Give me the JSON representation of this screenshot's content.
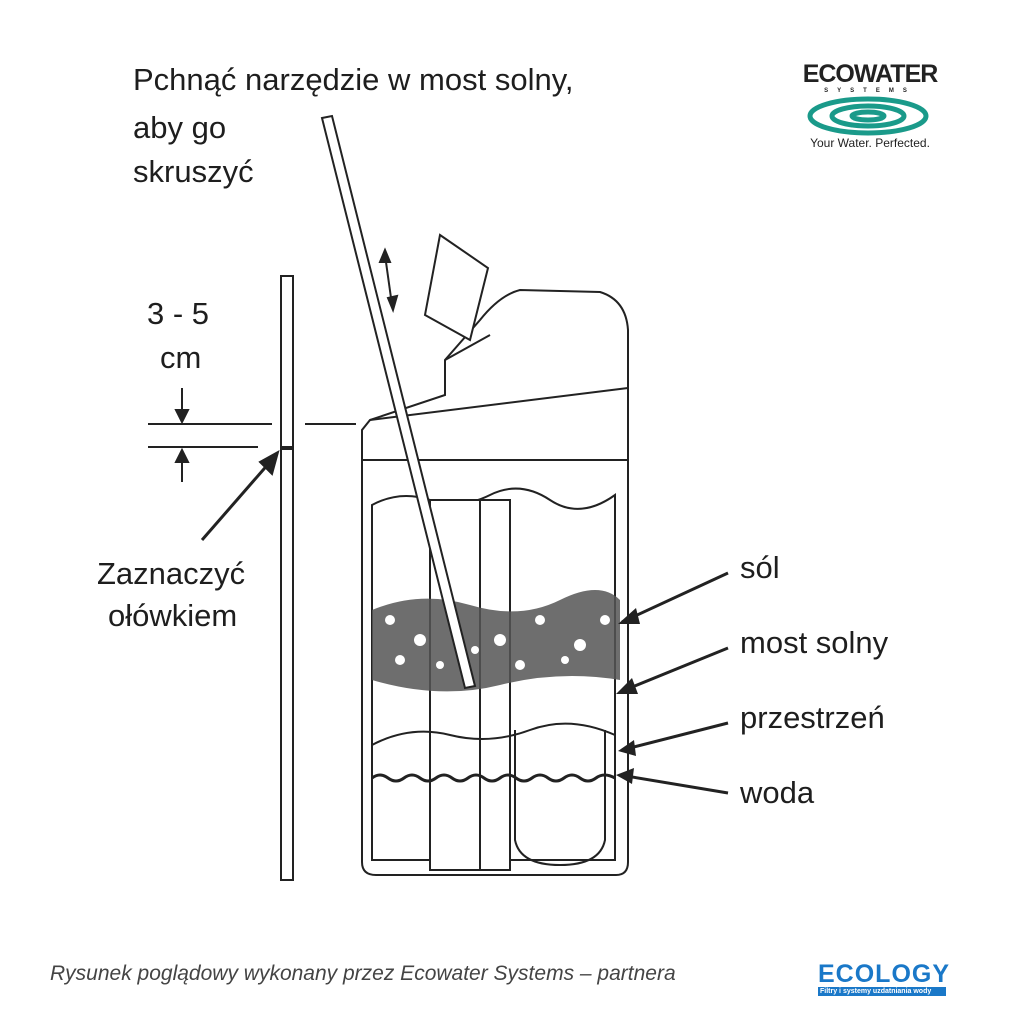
{
  "title_lines": [
    "Pchnąć narzędzie w most solny,",
    "aby go",
    "skruszyć"
  ],
  "measure": {
    "range": "3 - 5",
    "unit": "cm"
  },
  "mark_label_lines": [
    "Zaznaczyć",
    "ołówkiem"
  ],
  "labels": {
    "salt": "sól",
    "salt_bridge": "most solny",
    "space": "przestrzeń",
    "water": "woda"
  },
  "ecowater_logo": {
    "name": "ECOWATER",
    "sub": "SYSTEMS",
    "tagline": "Your Water. Perfected.",
    "color": "#1a9a8a"
  },
  "ecology_logo": {
    "name": "ECOLOGY",
    "tagline": "Filtry i systemy uzdatniania wody",
    "color": "#1a78c8"
  },
  "caption": "Rysunek poglądowy wykonany przez Ecowater Systems – partnera"
}
